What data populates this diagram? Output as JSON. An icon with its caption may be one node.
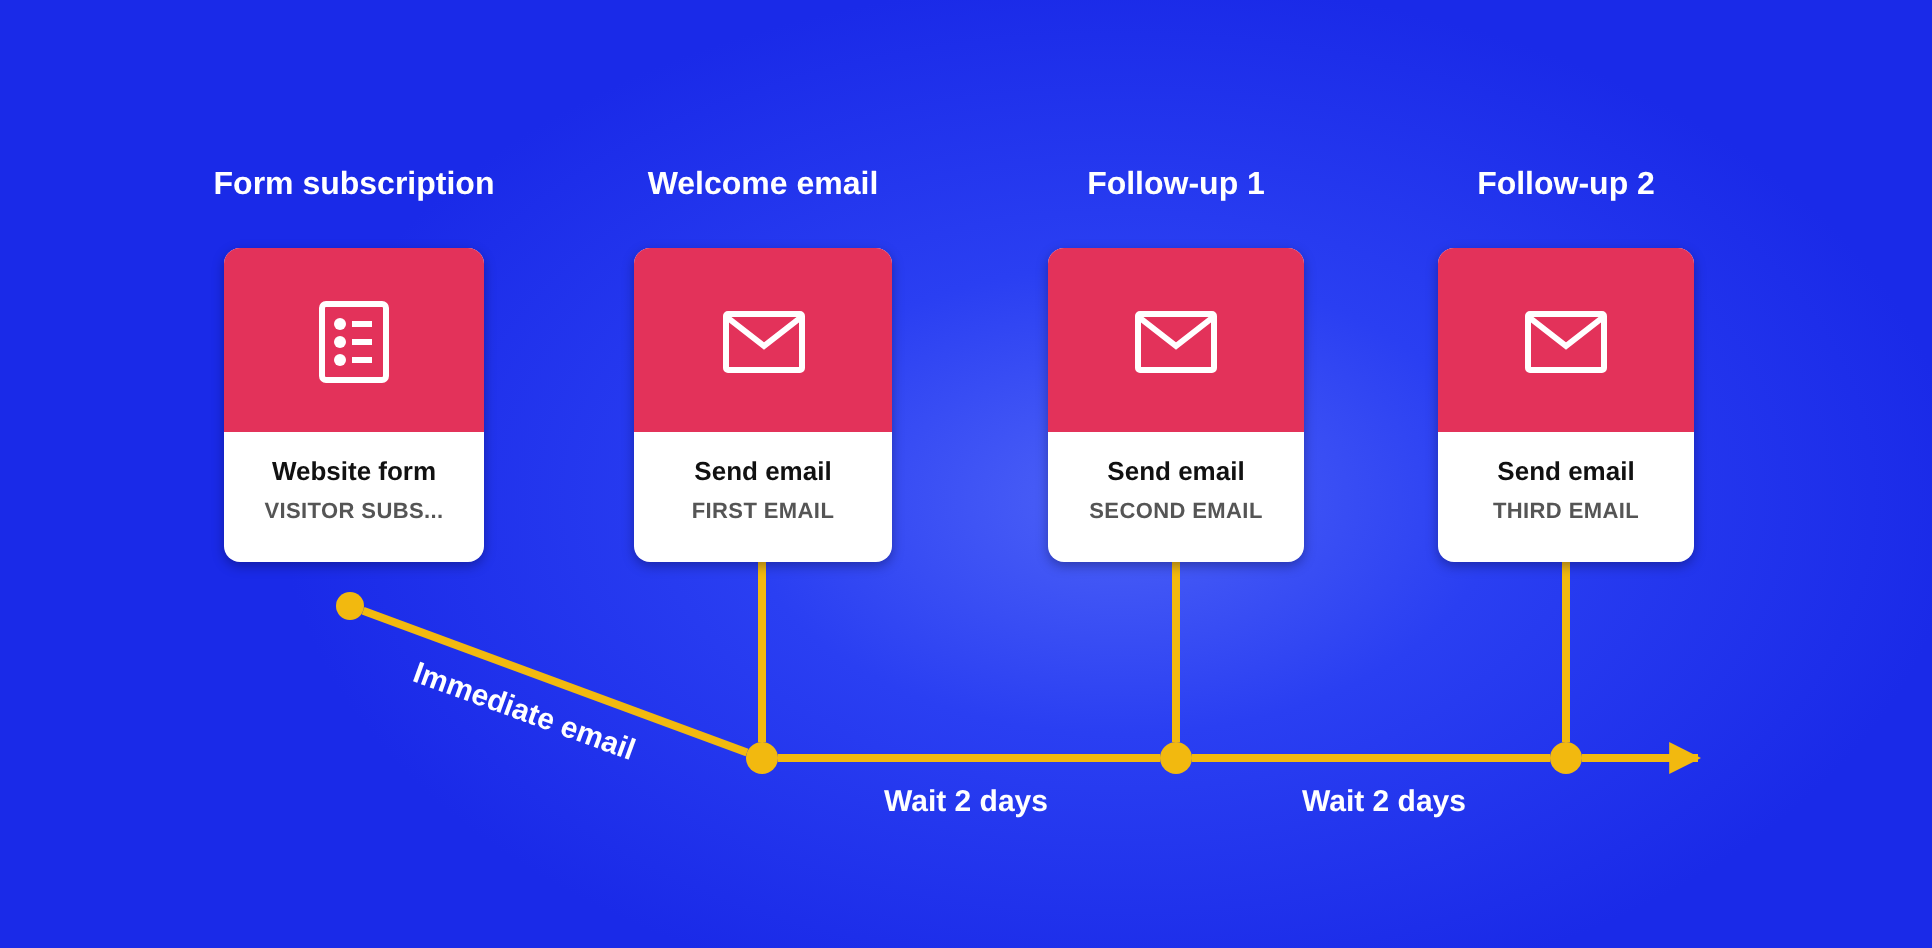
{
  "diagram": {
    "nodes": [
      {
        "text": [
          "Form subscription",
          "Website form",
          "VISITOR SUBS..."
        ]
      },
      {
        "text": [
          "Welcome email",
          "Send email",
          "FIRST EMAIL"
        ]
      },
      {
        "text": [
          "Follow-up 1",
          "Send email",
          "SECOND EMAIL"
        ]
      },
      {
        "text": [
          "Follow-up 2",
          "Send email",
          "THIRD EMAIL"
        ]
      },
      {
        "text": [],
        "shape": "circle"
      },
      {
        "text": [],
        "shape": "circle"
      },
      {
        "text": [],
        "shape": "circle"
      },
      {
        "text": [],
        "shape": "circle"
      }
    ],
    "edges": [
      {
        "from": 4,
        "to": 5,
        "arrow": "none",
        "label": "Immediate email"
      },
      {
        "from": 1,
        "to": 5,
        "arrow": "none"
      },
      {
        "from": 5,
        "to": 6,
        "arrow": "none",
        "label": "Wait 2 days"
      },
      {
        "from": 2,
        "to": 6,
        "arrow": "none"
      },
      {
        "from": 6,
        "to": 7,
        "arrow": "none",
        "label": "Wait 2 days"
      },
      {
        "from": 3,
        "to": 7,
        "arrow": "none"
      },
      {
        "from": 7,
        "to": null,
        "arrow": "to"
      }
    ]
  }
}
